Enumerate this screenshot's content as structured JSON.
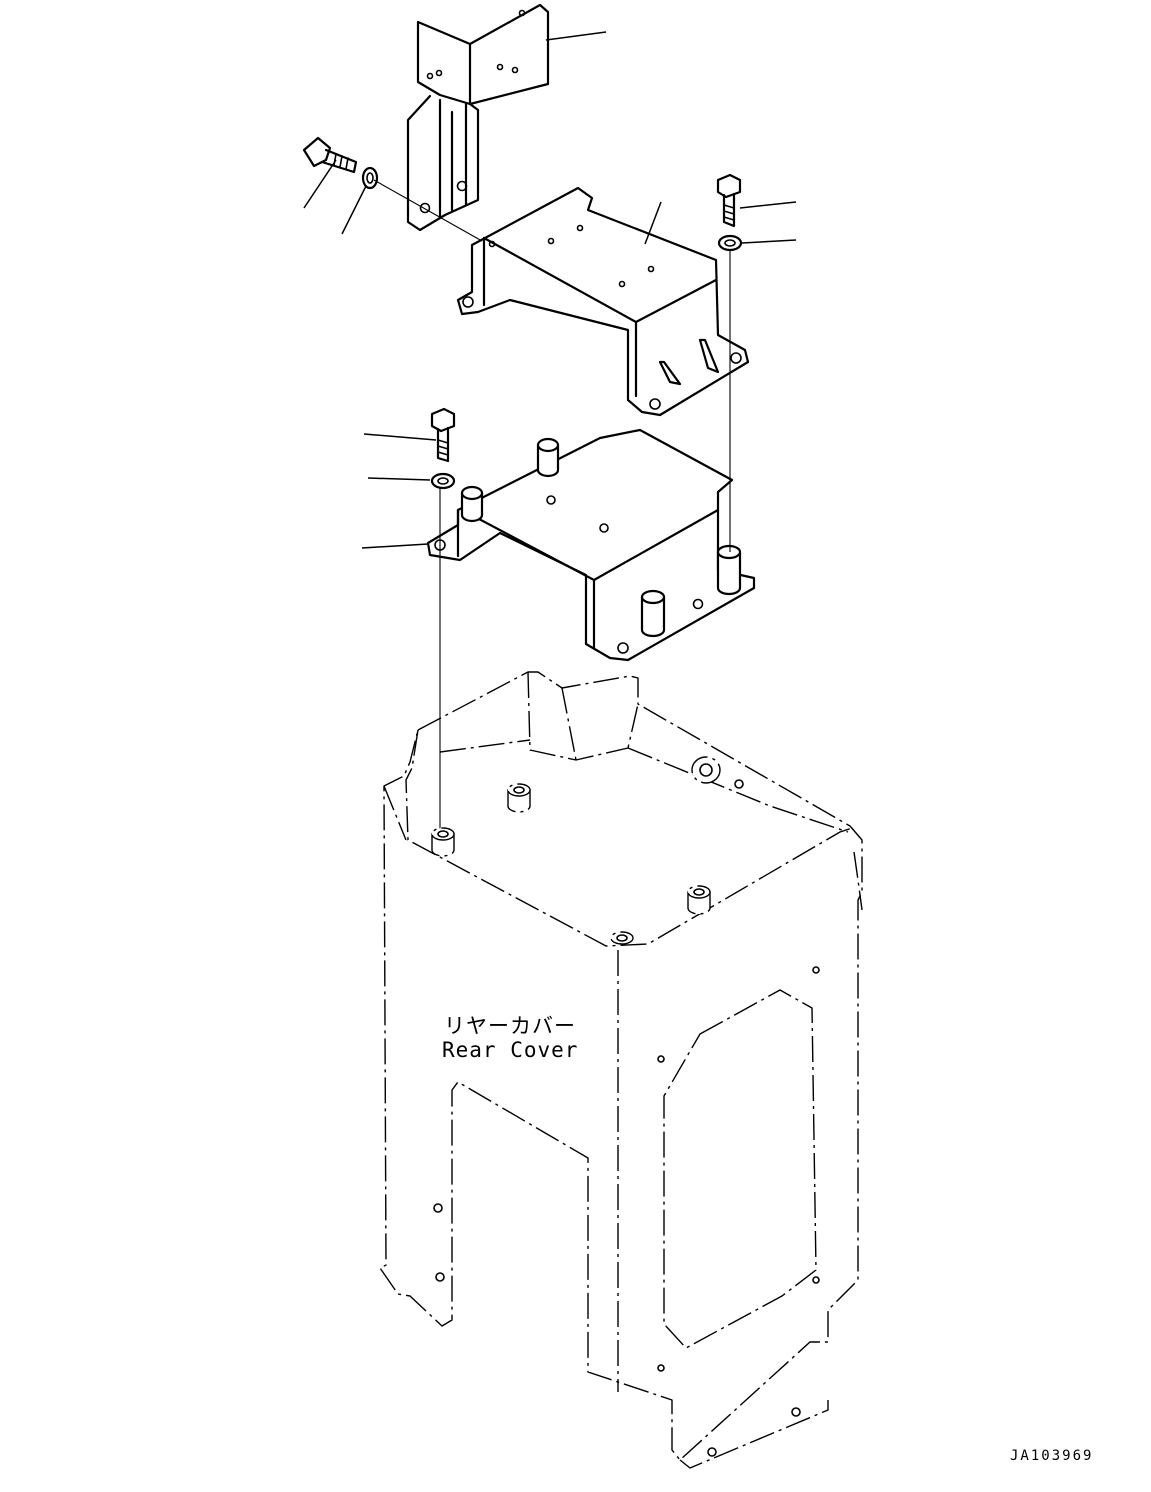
{
  "diagram": {
    "callout_jp": "リヤーカバー",
    "callout_en": "Rear Cover",
    "drawing_number": "JA103969"
  }
}
